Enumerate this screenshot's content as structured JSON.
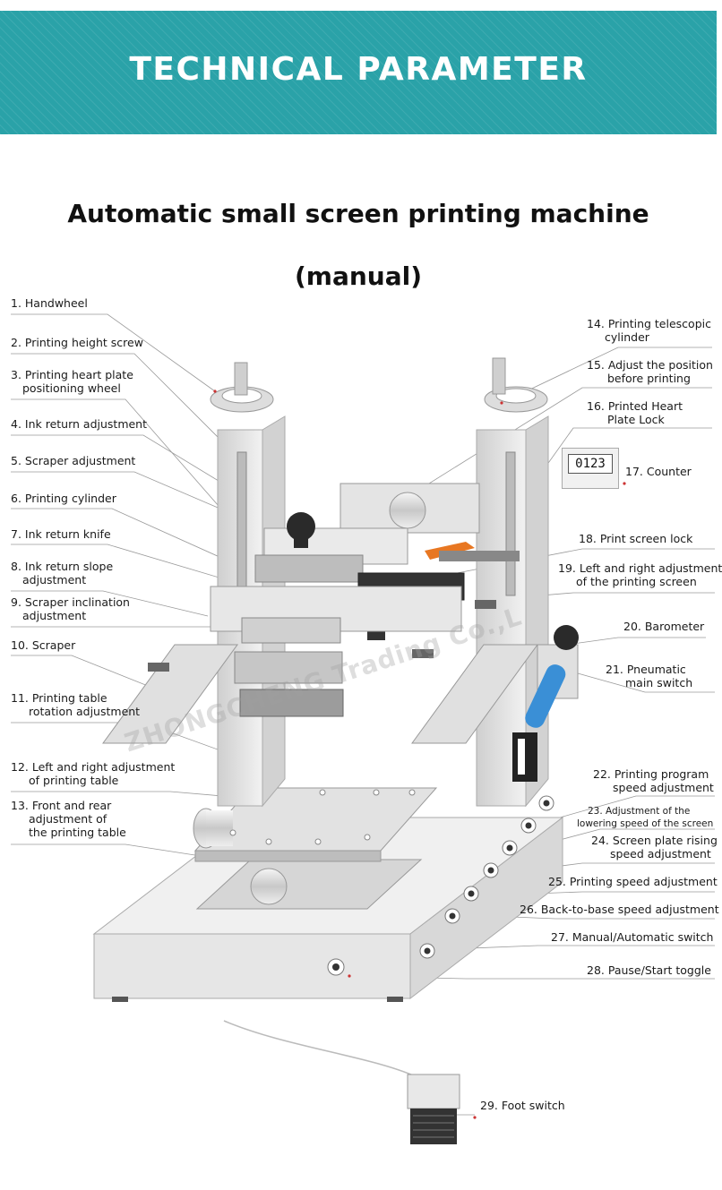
{
  "banner": {
    "title": "TECHNICAL PARAMETER"
  },
  "heading": {
    "line1": "Automatic small screen printing machine",
    "line2": "(manual)"
  },
  "counter": {
    "display": "0123"
  },
  "watermark": "ZHONGCHENG Trading Co.,L",
  "colors": {
    "banner": "#2aa2a8",
    "accent_orange": "#e87722",
    "accent_blue": "#3a8fd6"
  },
  "labels": {
    "l1": [
      "1. Handwheel"
    ],
    "l2": [
      "2. Printing height screw"
    ],
    "l3": [
      "3. Printing heart plate",
      "positioning wheel"
    ],
    "l4": [
      "4. Ink return adjustment"
    ],
    "l5": [
      "5. Scraper adjustment"
    ],
    "l6": [
      "6. Printing cylinder"
    ],
    "l7": [
      "7. Ink return knife"
    ],
    "l8": [
      "8. Ink return slope",
      "adjustment"
    ],
    "l9": [
      "9. Scraper inclination",
      "adjustment"
    ],
    "l10": [
      "10. Scraper"
    ],
    "l11": [
      "11. Printing table",
      "rotation adjustment"
    ],
    "l12": [
      "12. Left and right adjustment",
      "of printing table"
    ],
    "l13": [
      "13. Front and rear",
      "adjustment of",
      "the printing table"
    ],
    "l14": [
      "14. Printing telescopic",
      "cylinder"
    ],
    "l15": [
      "15. Adjust the position",
      "before printing"
    ],
    "l16": [
      "16. Printed Heart",
      "Plate Lock"
    ],
    "l17": [
      "17. Counter"
    ],
    "l18": [
      "18. Print screen lock"
    ],
    "l19": [
      "19. Left and right adjustment",
      "of the printing screen"
    ],
    "l20": [
      "20. Barometer"
    ],
    "l21": [
      "21. Pneumatic",
      "main switch"
    ],
    "l22": [
      "22. Printing program",
      "speed adjustment"
    ],
    "l23": [
      "23. Adjustment of the",
      "lowering speed of the screen"
    ],
    "l24": [
      "24. Screen plate rising",
      "speed adjustment"
    ],
    "l25": [
      "25. Printing speed adjustment"
    ],
    "l26": [
      "26. Back-to-base speed adjustment"
    ],
    "l27": [
      "27. Manual/Automatic switch"
    ],
    "l28": [
      "28. Pause/Start toggle"
    ],
    "l29": [
      "29. Foot switch"
    ]
  }
}
